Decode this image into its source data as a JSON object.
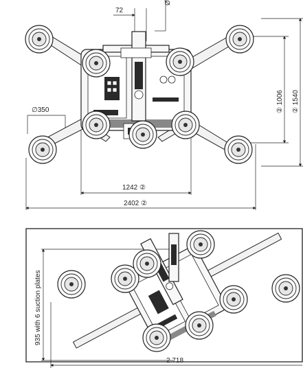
{
  "top_view": {
    "dim_72": "72",
    "dim_dia_top": "Ø",
    "dim_dia_350": "∅350",
    "dim_1242": "1242 ②",
    "dim_2402": "2402 ②",
    "dim_1006": "② 1006",
    "dim_1540": "② 1540"
  },
  "side_view": {
    "dim_935": "935 with 6 suction plates",
    "dim_2718": "2.718"
  }
}
